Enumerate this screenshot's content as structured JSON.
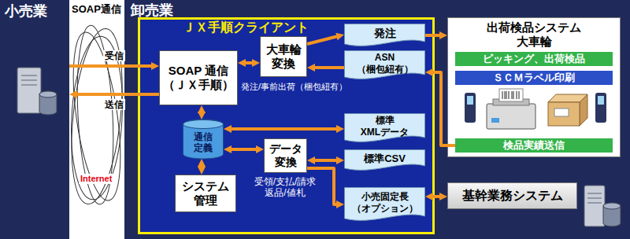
{
  "diagram": {
    "nodes": [
      {
        "text": [
          "小売業"
        ]
      },
      {
        "text": [
          "卸売業"
        ]
      },
      {
        "text": [
          "ＪＸ手順クライアント"
        ],
        "in": 1
      },
      {
        "text": [
          "SOAP 通信 （ＪＸ手順）"
        ],
        "in": 2
      },
      {
        "text": [
          "大車輪 変換"
        ],
        "in": 2
      },
      {
        "text": [
          "通信 定義"
        ],
        "in": 2
      },
      {
        "text": [
          "システム 管理"
        ],
        "in": 2
      },
      {
        "text": [
          "データ 変換"
        ],
        "in": 2
      },
      {
        "text": [
          "発注"
        ],
        "in": 2
      },
      {
        "text": [
          "ASN （梱包紐有）"
        ],
        "in": 2
      },
      {
        "text": [
          "標準 XMLデータ"
        ],
        "in": 2
      },
      {
        "text": [
          "標準CSV"
        ],
        "in": 2
      },
      {
        "text": [
          "小売固定長 （オプション）"
        ],
        "in": 2
      },
      {
        "text": [
          "出荷検品システム 大車輪"
        ],
        "in": 1
      },
      {
        "text": [
          "ピッキング、出荷検品"
        ],
        "in": 13
      },
      {
        "text": [
          "ＳＣＭラベル印刷"
        ],
        "in": 13
      },
      {
        "text": [
          "検品実績送信"
        ],
        "in": 13
      },
      {
        "text": [
          "基幹業務システム"
        ],
        "in": 1
      }
    ],
    "edges": [
      {
        "from": 0,
        "to": 3,
        "label": "受信",
        "arrow": "to"
      },
      {
        "from": 3,
        "to": 0,
        "label": "送信",
        "arrow": "to"
      },
      {
        "from": 3,
        "to": 4,
        "arrow": "both"
      },
      {
        "from": 4,
        "to": 8,
        "arrow": "to"
      },
      {
        "from": 9,
        "to": 4,
        "arrow": "to"
      },
      {
        "from": 8,
        "to": 13,
        "arrow": "to"
      },
      {
        "from": 16,
        "to": 9,
        "arrow": "to"
      },
      {
        "from": 3,
        "to": 5,
        "arrow": "both"
      },
      {
        "from": 5,
        "to": 10,
        "arrow": "both"
      },
      {
        "from": 5,
        "to": 6,
        "arrow": "both"
      },
      {
        "from": 5,
        "to": 7,
        "arrow": "both"
      },
      {
        "from": 7,
        "to": 11,
        "arrow": "both"
      },
      {
        "from": 7,
        "to": 12,
        "arrow": "to"
      },
      {
        "from": 12,
        "to": 17,
        "arrow": "both"
      }
    ],
    "labels": [
      "SOAP通信",
      "Internet",
      "発注/事前出荷（梱包紐有）",
      "受領/支払/請求 返品/値札"
    ]
  }
}
